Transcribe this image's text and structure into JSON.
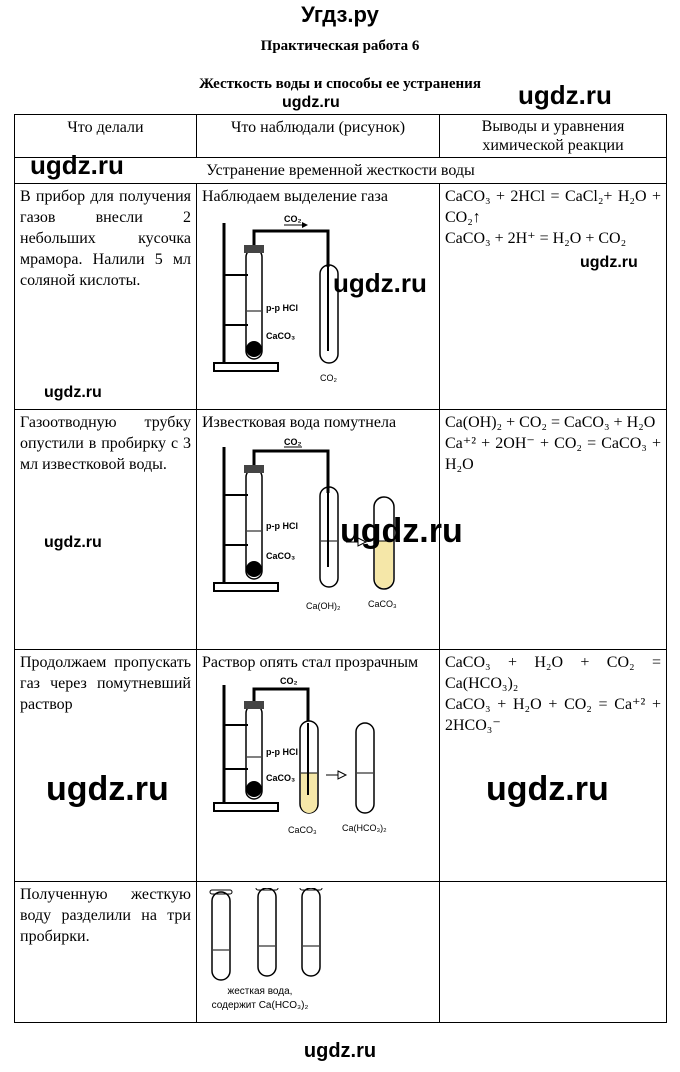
{
  "header": {
    "site": "Угдз.ру",
    "title": "Практическая работа 6",
    "subtitle": "Жесткость воды и способы ее устранения"
  },
  "watermarks": {
    "w1": "ugdz.ru",
    "w2": "ugdz.ru",
    "w3": "ugdz.ru",
    "w4": "ugdz.ru",
    "w5": "ugdz.ru",
    "w6": "ugdz.ru",
    "w7": "ugdz.ru",
    "w8": "ugdz.ru",
    "w9": "ugdz.ru",
    "w10": "ugdz.ru",
    "w11": "ugdz.ru"
  },
  "table": {
    "headers": [
      "Что делали",
      "Что наблюдали (рисунок)",
      "Выводы и уравнения химической реакции"
    ],
    "section": "Устранение временной жесткости воды",
    "rows": [
      {
        "did": "В прибор для получения газов внесли 2 небольших кусочка мрамора. Налили 5 мл соляной кислоты.",
        "observed": "Наблюдаем выделение газа",
        "fig_labels": {
          "gas": "CO₂",
          "acid": "р-р HCl",
          "solid": "CaCO₃",
          "tube": "CO₂"
        },
        "eq": [
          "CaCO₃ + 2HCl = CaCl₂+ H₂O + CO₂↑",
          "CaCO₃ + 2H⁺ = H₂O + CO₂"
        ]
      },
      {
        "did": "Газоотводную трубку опустили в пробирку с 3 мл известковой воды.",
        "observed": "Известковая вода помутнела",
        "fig_labels": {
          "gas": "CO₂",
          "acid": "р-р HCl",
          "solid": "CaCO₃",
          "tube1": "Ca(OH)₂",
          "tube2": "CaCO₃"
        },
        "eq": [
          "Ca(OH)₂ + CO₂ = CaCO₃ + H₂O",
          "Ca⁺² + 2OH⁻ + CO₂ = CaCO₃ + H₂O"
        ]
      },
      {
        "did": "Продолжаем пропускать газ через помутневший раствор",
        "observed": "Раствор опять стал прозрачным",
        "fig_labels": {
          "gas": "CO₂",
          "acid": "р-р HCl",
          "solid": "CaCO₃",
          "tube1": "CaCO₃",
          "tube2": "Ca(HCO₃)₂"
        },
        "eq": [
          "CaCO₃ + H₂O + CO₂ = Ca(HCO₃)₂",
          "CaCO₃ + H₂O + CO₂ = Ca⁺² + 2HCO₃⁻"
        ]
      },
      {
        "did": "Полученную жесткую воду разделили на три пробирки.",
        "fig_labels": {
          "caption1": "жесткая вода,",
          "caption2": "содержит Ca(HCO₃)₂"
        }
      }
    ]
  },
  "footer": {
    "site": "ugdz.ru"
  },
  "colors": {
    "cloudy_liquid": "#f5e7a8",
    "text": "#000000"
  }
}
